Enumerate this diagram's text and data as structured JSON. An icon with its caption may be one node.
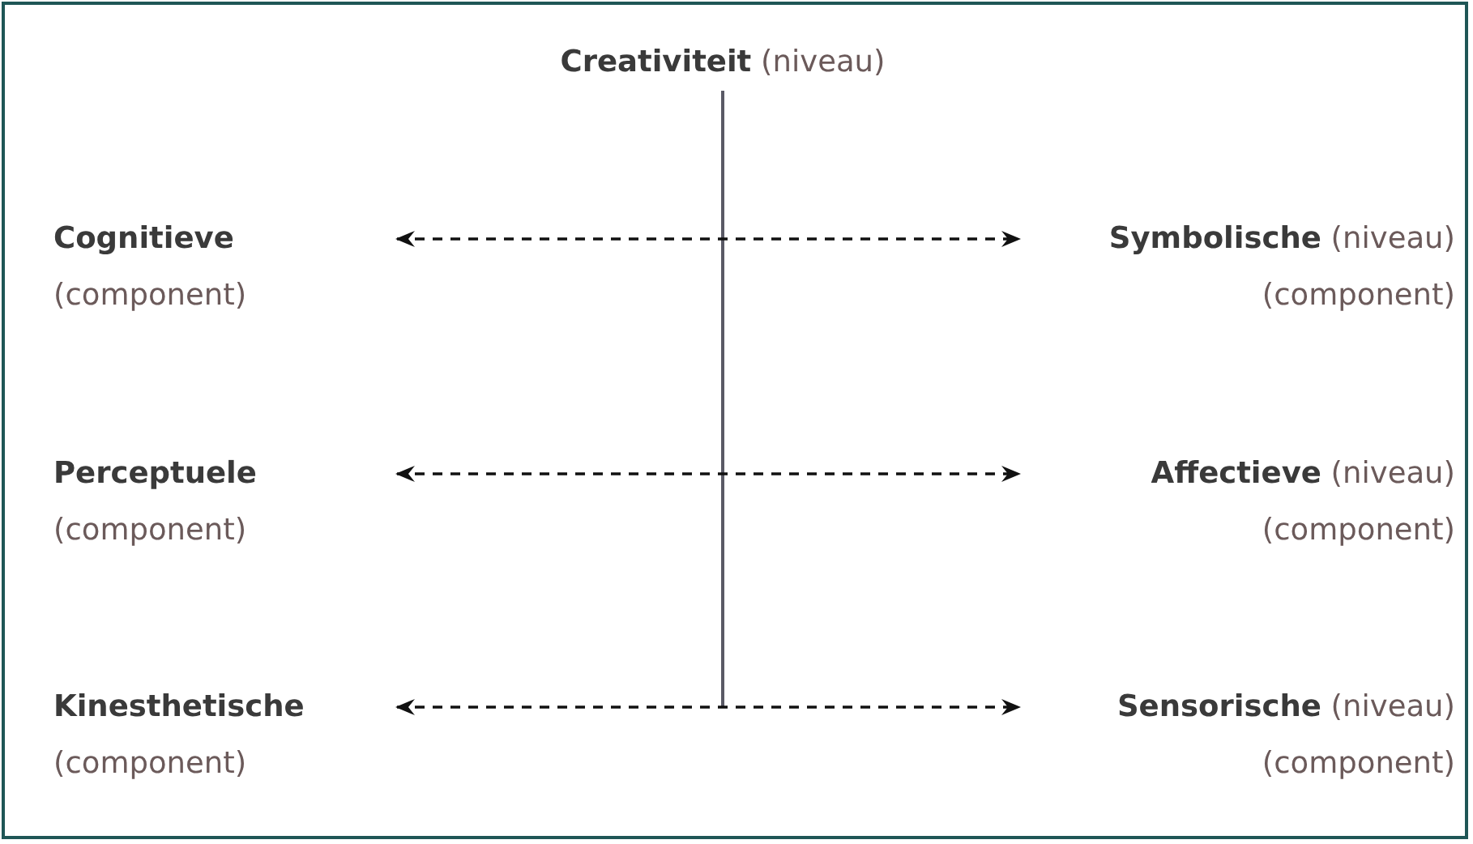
{
  "diagram": {
    "nodes": [
      {
        "text": [
          "**Creativiteit** (niveau)"
        ]
      },
      {
        "text": [
          "**Cognitieve** (component)"
        ]
      },
      {
        "text": [
          "**Symbolische** (niveau) (component)"
        ]
      },
      {
        "text": [
          "**Perceptuele** (component)"
        ]
      },
      {
        "text": [
          "**Affectieve** (niveau) (component)"
        ]
      },
      {
        "text": [
          "**Kinesthetische** (component)"
        ]
      },
      {
        "text": [
          "**Sensorische** (niveau) (component)"
        ]
      }
    ],
    "edges": [
      {
        "from": 0,
        "to": null,
        "arrow": "none",
        "color": "#5a5a66"
      },
      {
        "from": 1,
        "to": 2,
        "arrow": "both",
        "style": "dashed"
      },
      {
        "from": 3,
        "to": 4,
        "arrow": "both",
        "style": "dashed"
      },
      {
        "from": 5,
        "to": 6,
        "arrow": "both",
        "style": "dashed"
      }
    ]
  }
}
